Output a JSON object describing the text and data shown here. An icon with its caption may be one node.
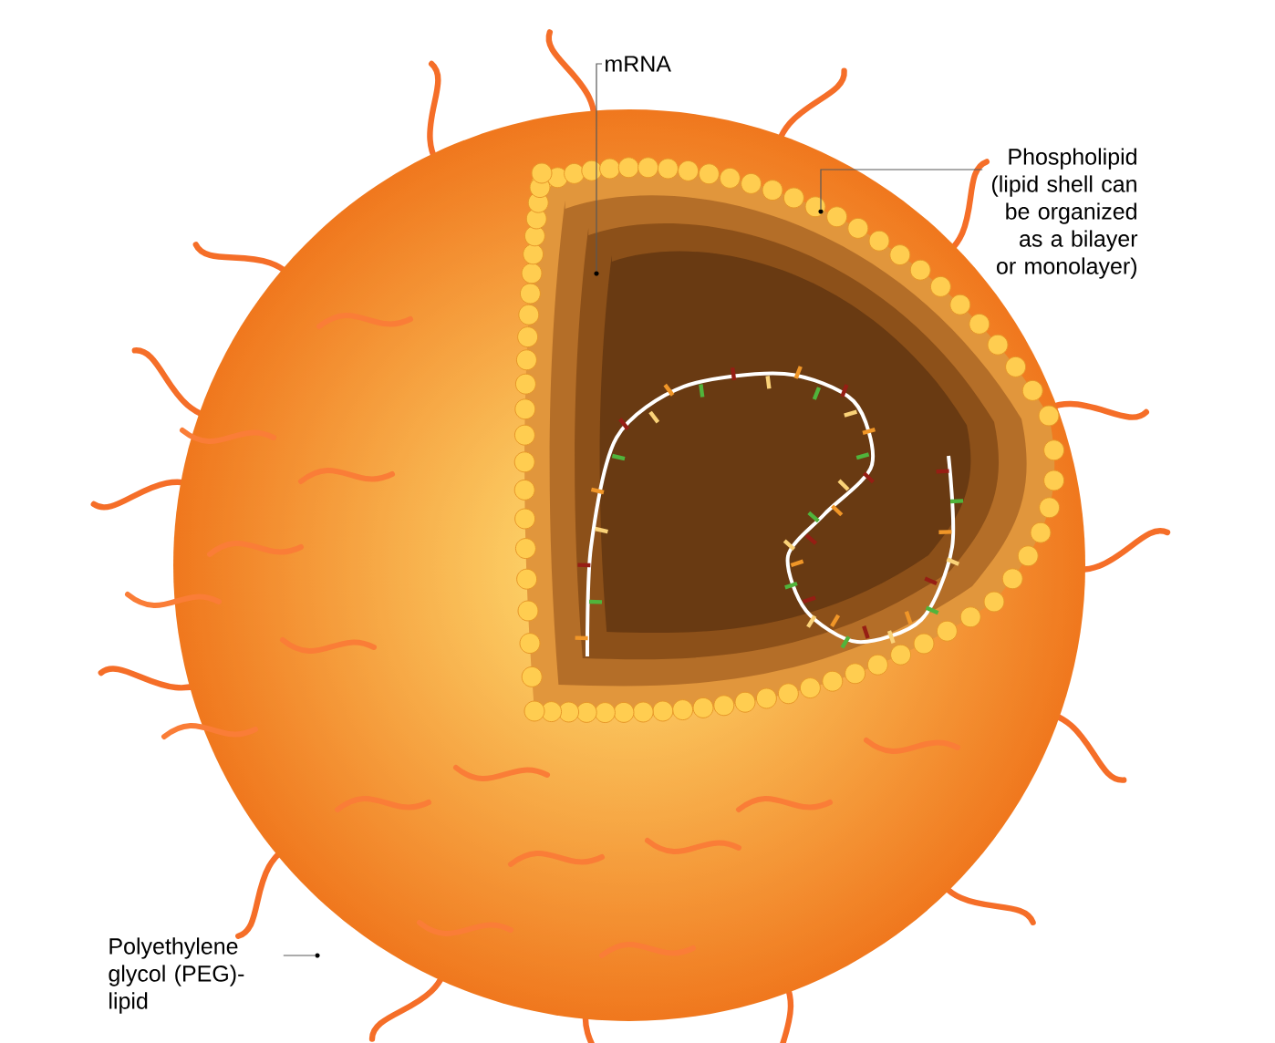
{
  "diagram": {
    "nodes": [
      {
        "text": [
          "mRNA"
        ]
      },
      {
        "text": [
          "Phospholipid (lipid shell can be organized as a bilayer or monolayer)"
        ]
      },
      {
        "text": [
          "Polyethylene glycol (PEG)-lipid"
        ]
      },
      {
        "text": [],
        "shape": "picture"
      },
      {
        "text": [],
        "shape": "picture"
      },
      {
        "text": [],
        "shape": "picture"
      }
    ],
    "edges": [
      {
        "from": 0,
        "to": 3,
        "arrow": "none"
      },
      {
        "from": 1,
        "to": 4,
        "arrow": "none"
      },
      {
        "from": 2,
        "to": 5,
        "arrow": "none"
      }
    ]
  }
}
